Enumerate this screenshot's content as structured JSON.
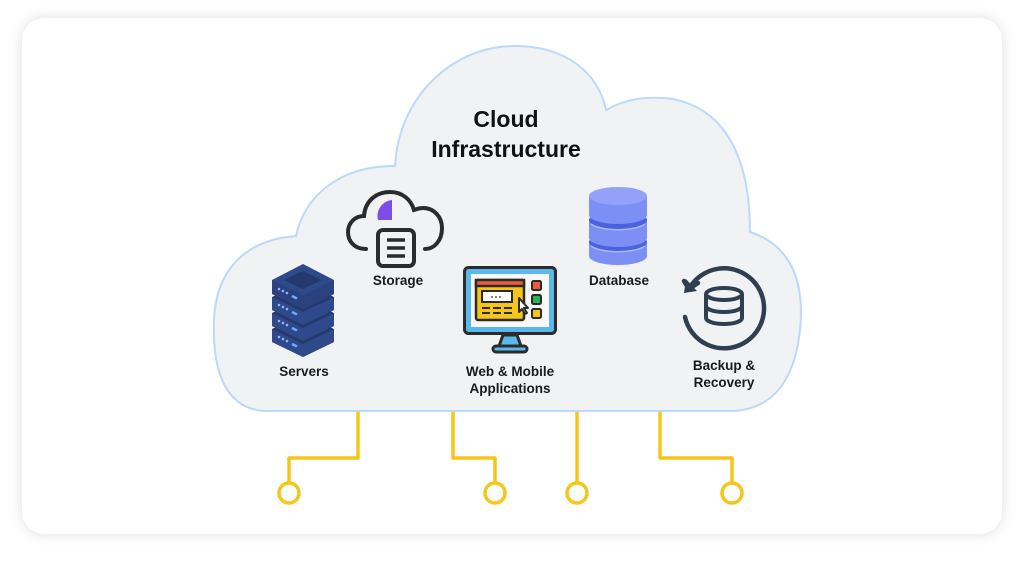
{
  "diagram": {
    "title_line1": "Cloud",
    "title_line2": "Infrastructure",
    "components": {
      "storage": {
        "label": "Storage",
        "icon": "cloud-storage-icon"
      },
      "servers": {
        "label": "Servers",
        "icon": "server-stack-icon"
      },
      "web_apps": {
        "label_line1": "Web & Mobile",
        "label_line2": "Applications",
        "icon": "monitor-app-icon"
      },
      "database": {
        "label": "Database",
        "icon": "database-icon"
      },
      "backup": {
        "label_line1": "Backup &",
        "label_line2": "Recovery",
        "icon": "backup-restore-icon"
      }
    },
    "connectors": {
      "count": 4,
      "color": "#f5c518"
    },
    "colors": {
      "cloud_fill": "#f1f2f4",
      "cloud_outline": "#bcd8fb",
      "server_blue": "#2f4a8a",
      "database_blue": "#7b8ff5",
      "storage_accent": "#7b4fe6",
      "backup_dark": "#2f3e50",
      "connector_yellow": "#f5c518"
    }
  }
}
